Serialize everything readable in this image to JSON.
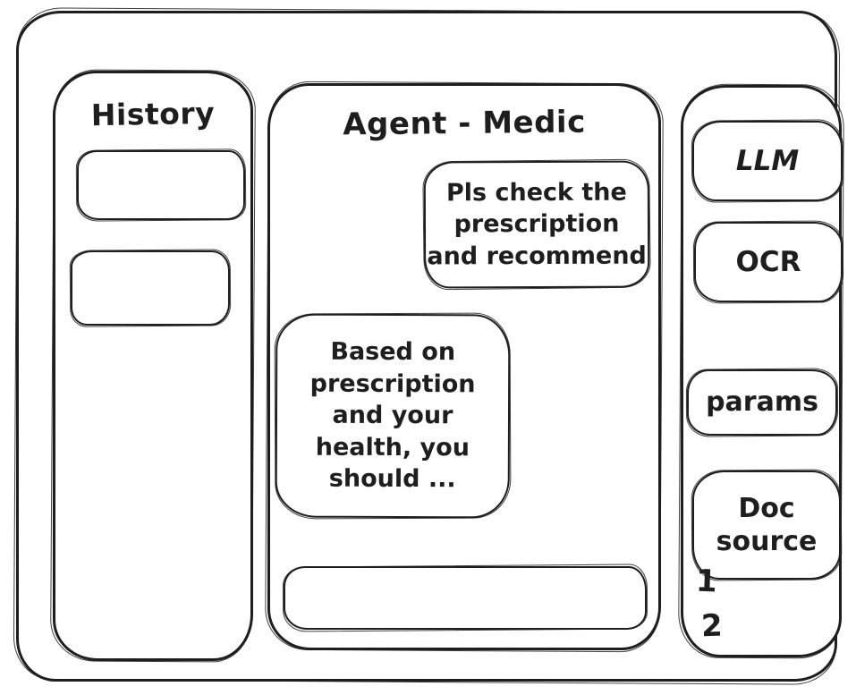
{
  "colors": {
    "ink": "#1e1e1e",
    "background": "#ffffff"
  },
  "history_panel": {
    "title": "History",
    "items": [
      {
        "label": ""
      },
      {
        "label": ""
      }
    ]
  },
  "chat_panel": {
    "title": "Agent - Medic",
    "messages": [
      {
        "role": "user",
        "text": "Pls check the\nprescription\nand recommend"
      },
      {
        "role": "assistant",
        "text": "Based on\nprescription\nand your\nhealth, you\nshould ..."
      }
    ],
    "input": {
      "value": "",
      "placeholder": ""
    }
  },
  "tools_panel": {
    "buttons": [
      {
        "label": "LLM"
      },
      {
        "label": "OCR"
      },
      {
        "label": "params"
      },
      {
        "label": "Doc source"
      }
    ],
    "doc_source_items": [
      "1",
      "2"
    ]
  }
}
